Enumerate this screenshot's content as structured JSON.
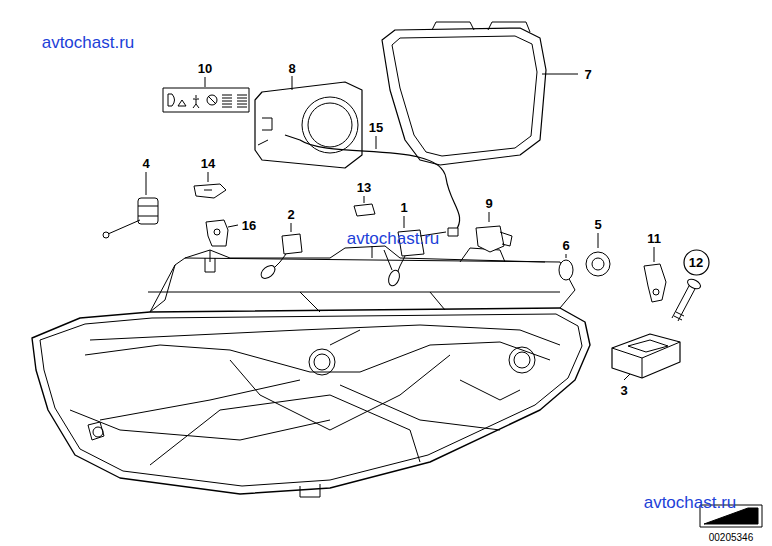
{
  "diagram": {
    "nodes": [
      {
        "text": [
          "12"
        ]
      }
    ],
    "labels": [
      "avtochast.ru",
      "10",
      "8",
      "7",
      "15",
      "4",
      "14",
      "13",
      "2",
      "1",
      "9",
      "5",
      "16",
      "6",
      "11",
      "avtochast.ru",
      "3",
      "avtochast.ru",
      "00205346"
    ]
  }
}
